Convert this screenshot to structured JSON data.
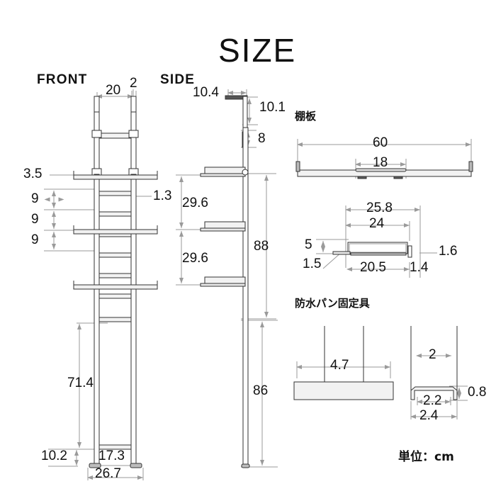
{
  "page": {
    "title": "SIZE",
    "unit_note": "単位：cm",
    "background": "#ffffff",
    "line_color": "#9a9a9a",
    "part_color": "#333333",
    "text_color": "#111111"
  },
  "views": {
    "front": {
      "label": "FRONT"
    },
    "side": {
      "label": "SIDE"
    },
    "shelf_board": {
      "label": "棚板"
    },
    "pan_fixture": {
      "label": "防水パン固定具"
    }
  },
  "dimensions": {
    "front": [
      {
        "name": "top-rail-width",
        "value": "20"
      },
      {
        "name": "post-diameter",
        "value": "2"
      },
      {
        "name": "shelf-offset-top",
        "value": "3.5"
      },
      {
        "name": "rung-thickness",
        "value": "1.3"
      },
      {
        "name": "rung-pitch-1",
        "value": "9"
      },
      {
        "name": "rung-pitch-2",
        "value": "9"
      },
      {
        "name": "rung-pitch-3",
        "value": "9"
      },
      {
        "name": "lower-leg-height",
        "value": "71.4"
      },
      {
        "name": "foot-height",
        "value": "10.2"
      },
      {
        "name": "inner-leg-span",
        "value": "17.3"
      },
      {
        "name": "outer-foot-span",
        "value": "26.7"
      }
    ],
    "side": [
      {
        "name": "top-hook-depth",
        "value": "10.4"
      },
      {
        "name": "top-hook-drop",
        "value": "10.1"
      },
      {
        "name": "joint-length",
        "value": "8"
      },
      {
        "name": "shelf-gap-upper",
        "value": "29.6"
      },
      {
        "name": "shelf-gap-lower",
        "value": "29.6"
      },
      {
        "name": "upper-total-height",
        "value": "88"
      },
      {
        "name": "lower-total-height",
        "value": "86"
      }
    ],
    "shelf_board": [
      {
        "name": "board-width",
        "value": "60"
      },
      {
        "name": "bracket-span",
        "value": "18"
      },
      {
        "name": "section-outer-width",
        "value": "25.8"
      },
      {
        "name": "section-inner-width",
        "value": "24"
      },
      {
        "name": "section-height",
        "value": "5"
      },
      {
        "name": "lip-thickness",
        "value": "1.5"
      },
      {
        "name": "section-flat-width",
        "value": "20.5"
      },
      {
        "name": "tab-width",
        "value": "1.4"
      },
      {
        "name": "tab-height",
        "value": "1.6"
      }
    ],
    "pan_fixture": [
      {
        "name": "gap-front",
        "value": "4.7"
      },
      {
        "name": "channel-inner-width",
        "value": "2"
      },
      {
        "name": "channel-base-inner",
        "value": "2.2"
      },
      {
        "name": "channel-base-outer",
        "value": "2.4"
      },
      {
        "name": "channel-depth",
        "value": "0.8"
      }
    ]
  }
}
